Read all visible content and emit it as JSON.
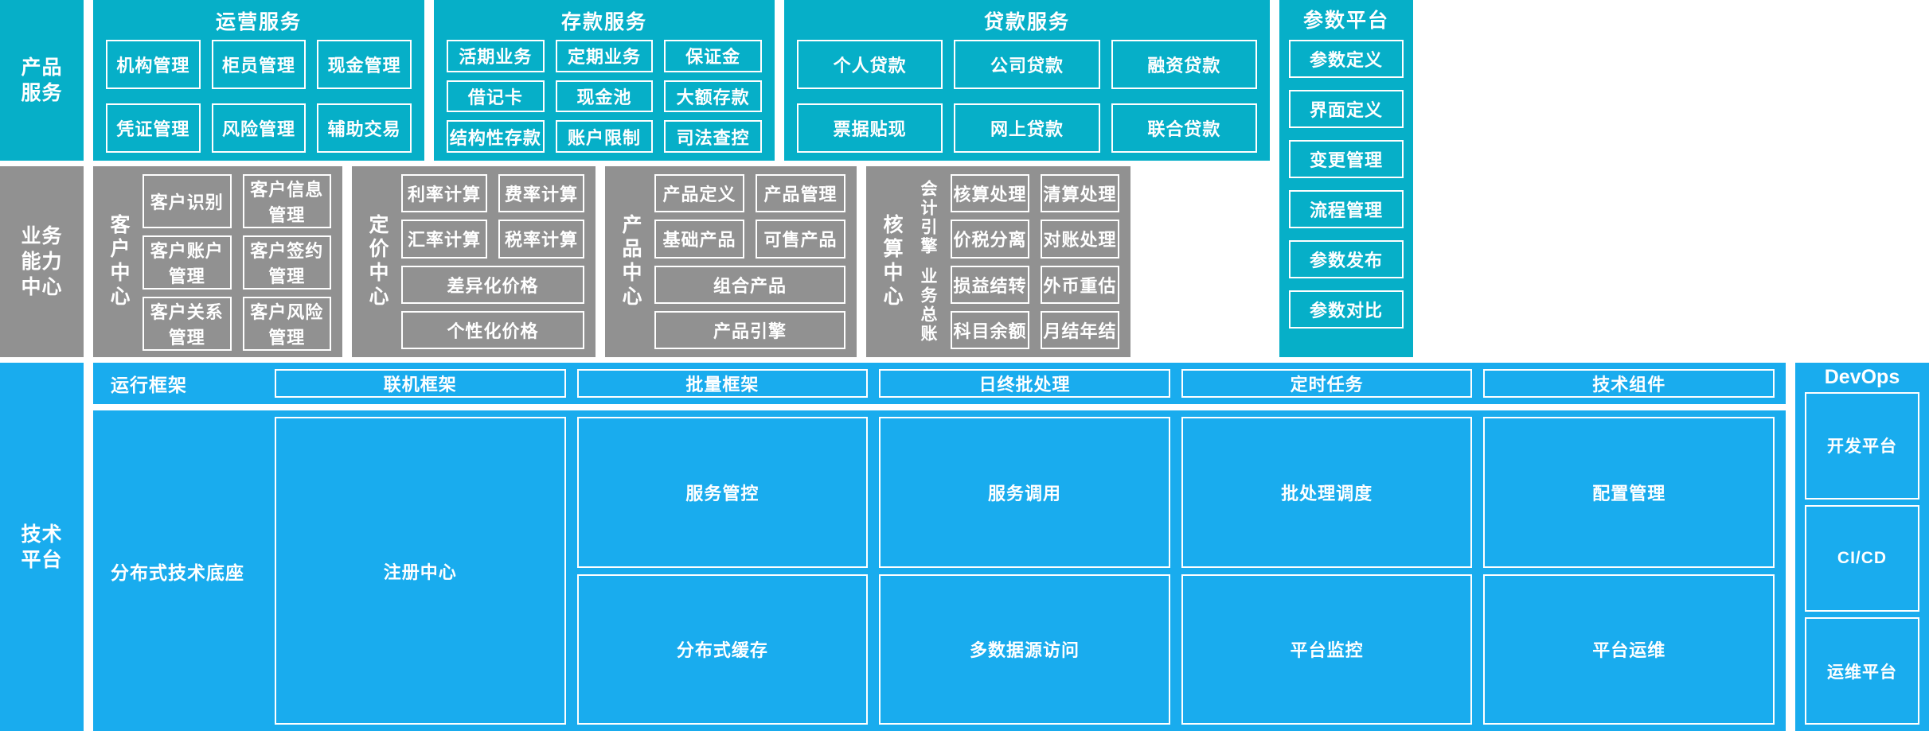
{
  "bands": {
    "product": {
      "side_label": "产品\n服务",
      "side_label_lines": [
        "产品",
        "服务"
      ],
      "color": "#06AFC8",
      "groups": [
        {
          "title": "运营服务",
          "tiles": [
            "机构管理",
            "柜员管理",
            "现金管理",
            "凭证管理",
            "风险管理",
            "辅助交易"
          ]
        },
        {
          "title": "存款服务",
          "tiles": [
            "活期业务",
            "定期业务",
            "保证金",
            "借记卡",
            "现金池",
            "大额存款",
            "结构性存款",
            "账户限制",
            "司法查控"
          ]
        },
        {
          "title": "贷款服务",
          "tiles": [
            "个人贷款",
            "公司贷款",
            "融资贷款",
            "票据贴现",
            "网上贷款",
            "联合贷款"
          ]
        }
      ]
    },
    "capability": {
      "side_label_lines": [
        "业务",
        "能力",
        "中心"
      ],
      "color": "#919191",
      "groups": [
        {
          "vlabel": "客户中心",
          "rows": [
            [
              "客户识别",
              "客户信息管理"
            ],
            [
              "客户账户管理",
              "客户签约管理"
            ],
            [
              "客户关系管理",
              "客户风险管理"
            ]
          ]
        },
        {
          "vlabel": "定价中心",
          "rows": [
            [
              "利率计算",
              "费率计算"
            ],
            [
              "汇率计算",
              "税率计算"
            ],
            [
              "差异化价格"
            ],
            [
              "个性化价格"
            ]
          ]
        },
        {
          "vlabel": "产品中心",
          "rows": [
            [
              "产品定义",
              "产品管理"
            ],
            [
              "基础产品",
              "可售产品"
            ],
            [
              "组合产品"
            ],
            [
              "产品引擎"
            ]
          ]
        },
        {
          "vlabel": "核算中心",
          "sub_labels": [
            "会计引擎",
            "业务总账"
          ],
          "rows": [
            [
              "核算处理",
              "清算处理"
            ],
            [
              "价税分离",
              "对账处理"
            ],
            [
              "损益结转",
              "外币重估"
            ],
            [
              "科目余额",
              "月结年结"
            ]
          ]
        }
      ]
    },
    "tech": {
      "side_label_lines": [
        "技术",
        "平台"
      ],
      "color": "#19ACEE",
      "rows": [
        {
          "label": "运行框架",
          "tiles": [
            "联机框架",
            "批量框架",
            "日终批处理",
            "定时任务",
            "技术组件"
          ]
        },
        {
          "label": "分布式技术底座",
          "wide_tile": "注册中心",
          "tiles_top": [
            "服务管控",
            "服务调用",
            "批处理调度",
            "配置管理"
          ],
          "tiles_bottom": [
            "分布式缓存",
            "多数据源访问",
            "平台监控",
            "平台运维"
          ]
        }
      ]
    }
  },
  "right_columns": {
    "param_platform": {
      "title": "参数平台",
      "color": "#06AFC8",
      "items": [
        "参数定义",
        "界面定义",
        "变更管理",
        "流程管理",
        "参数发布",
        "参数对比"
      ]
    },
    "devops": {
      "title": "DevOps",
      "color": "#19ACEE",
      "items": [
        "开发平台",
        "CI/CD",
        "运维平台"
      ]
    }
  }
}
